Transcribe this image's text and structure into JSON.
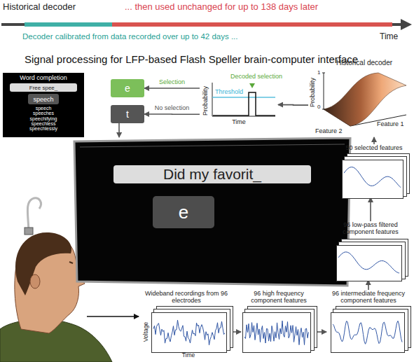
{
  "diagram": {
    "title": "Signal processing for LFP-based Flash Speller brain-computer interface",
    "nodes": [
      {
        "text": [
          "Word completion",
          "speech speeches speechifying speechless speechlessly"
        ]
      },
      {
        "text": [
          "Free spee_"
        ],
        "in": 0
      },
      {
        "text": [
          "speech"
        ],
        "in": 0
      },
      {
        "text": [
          "e"
        ]
      },
      {
        "text": [
          "t"
        ]
      },
      {
        "text": [
          "Decoded selection",
          "Probability",
          "Threshold",
          "Time"
        ]
      },
      {
        "text": [
          "Historical decoder",
          "Probability",
          "1",
          "0",
          "Feature 2",
          "Feature 1"
        ]
      },
      {
        "text": []
      },
      {
        "text": [
          "Did my favorit_"
        ],
        "in": 7
      },
      {
        "text": [
          "e"
        ],
        "in": 7
      },
      {
        "text": [
          "50 selected features"
        ]
      },
      {
        "text": [
          "96 low-pass filtered component features"
        ]
      },
      {
        "text": [
          "Wideband recordings from 96 electrodes",
          "Voltage",
          "Time"
        ]
      },
      {
        "text": [
          "96 high frequency component features"
        ]
      },
      {
        "text": [
          "96 intermediate frequency component features"
        ]
      }
    ],
    "edges": [
      {
        "from": 5,
        "to": 3,
        "label": "Selection",
        "arrow": "to"
      },
      {
        "from": 5,
        "to": 4,
        "label": "No selection",
        "arrow": "to"
      },
      {
        "from": 6,
        "to": 5,
        "arrow": "to"
      },
      {
        "from": 10,
        "to": 6,
        "arrow": "to"
      },
      {
        "from": 11,
        "to": 10,
        "arrow": "to"
      },
      {
        "from": 14,
        "to": 11,
        "arrow": "to"
      },
      {
        "from": 12,
        "to": 13,
        "arrow": "to"
      },
      {
        "from": 13,
        "to": 14,
        "arrow": "to"
      },
      {
        "from": 4,
        "to": 7,
        "arrow": "to"
      }
    ],
    "labels": [
      "Historical decoder",
      "... then used unchanged for up to 138 days later",
      "Decoder calibrated from data recorded over up to 42 days ...",
      "Time"
    ]
  }
}
